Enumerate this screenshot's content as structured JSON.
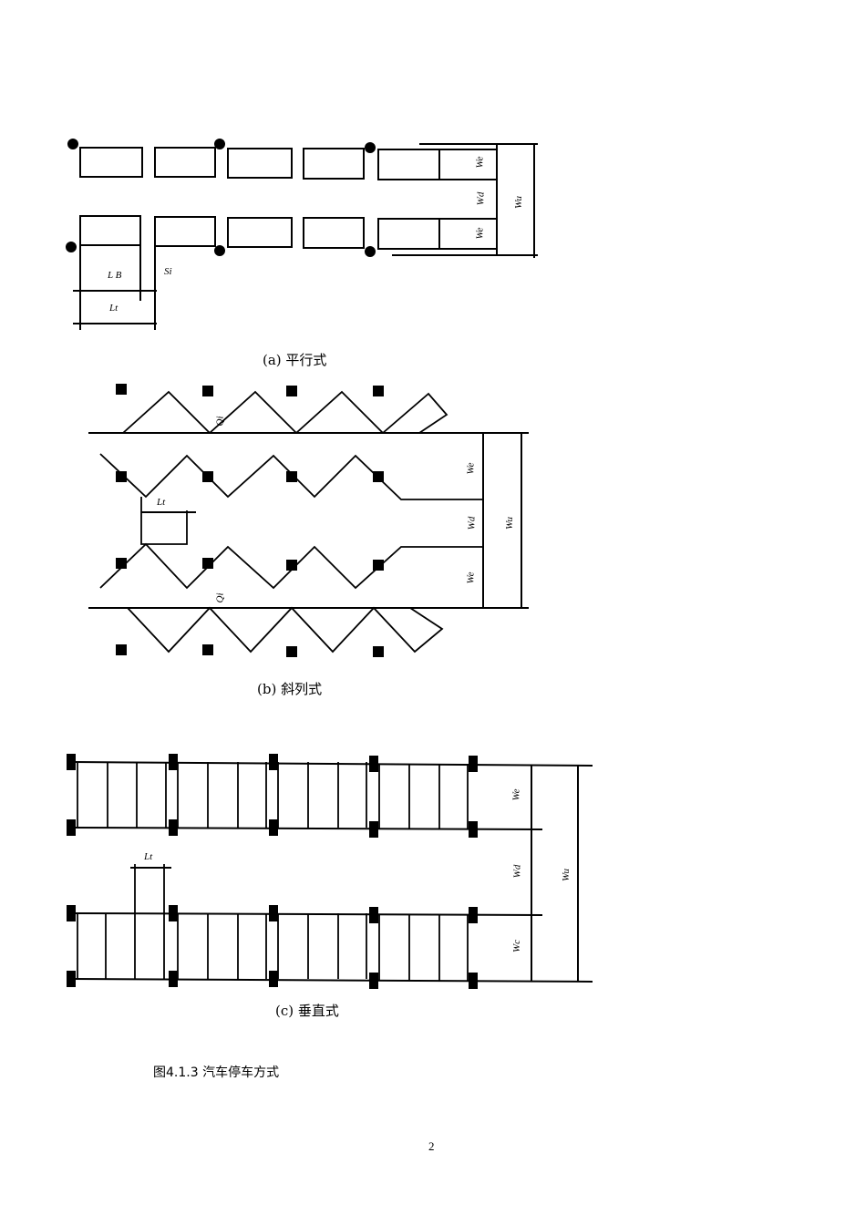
{
  "figures": {
    "a": {
      "caption": "(a) 平行式",
      "labels": {
        "lb": "L B",
        "lt": "Lt",
        "si": "Si",
        "we_top": "We",
        "wd": "Wd",
        "we_bottom": "We",
        "wu": "Wu"
      }
    },
    "b": {
      "caption": "(b) 斜列式",
      "labels": {
        "lt": "Lt",
        "angle_top": "Qi",
        "angle_bottom": "Qi",
        "we_top": "We",
        "wd": "Wd",
        "we_bottom": "We",
        "wu": "Wu"
      }
    },
    "c": {
      "caption": "(c) 垂直式",
      "labels": {
        "lt": "Lt",
        "we_top": "We",
        "wd": "Wd",
        "we_bottom": "Wc",
        "wu": "Wu"
      }
    }
  },
  "figure_title": "图4.1.3 汽车停车方式",
  "page_number": "2"
}
